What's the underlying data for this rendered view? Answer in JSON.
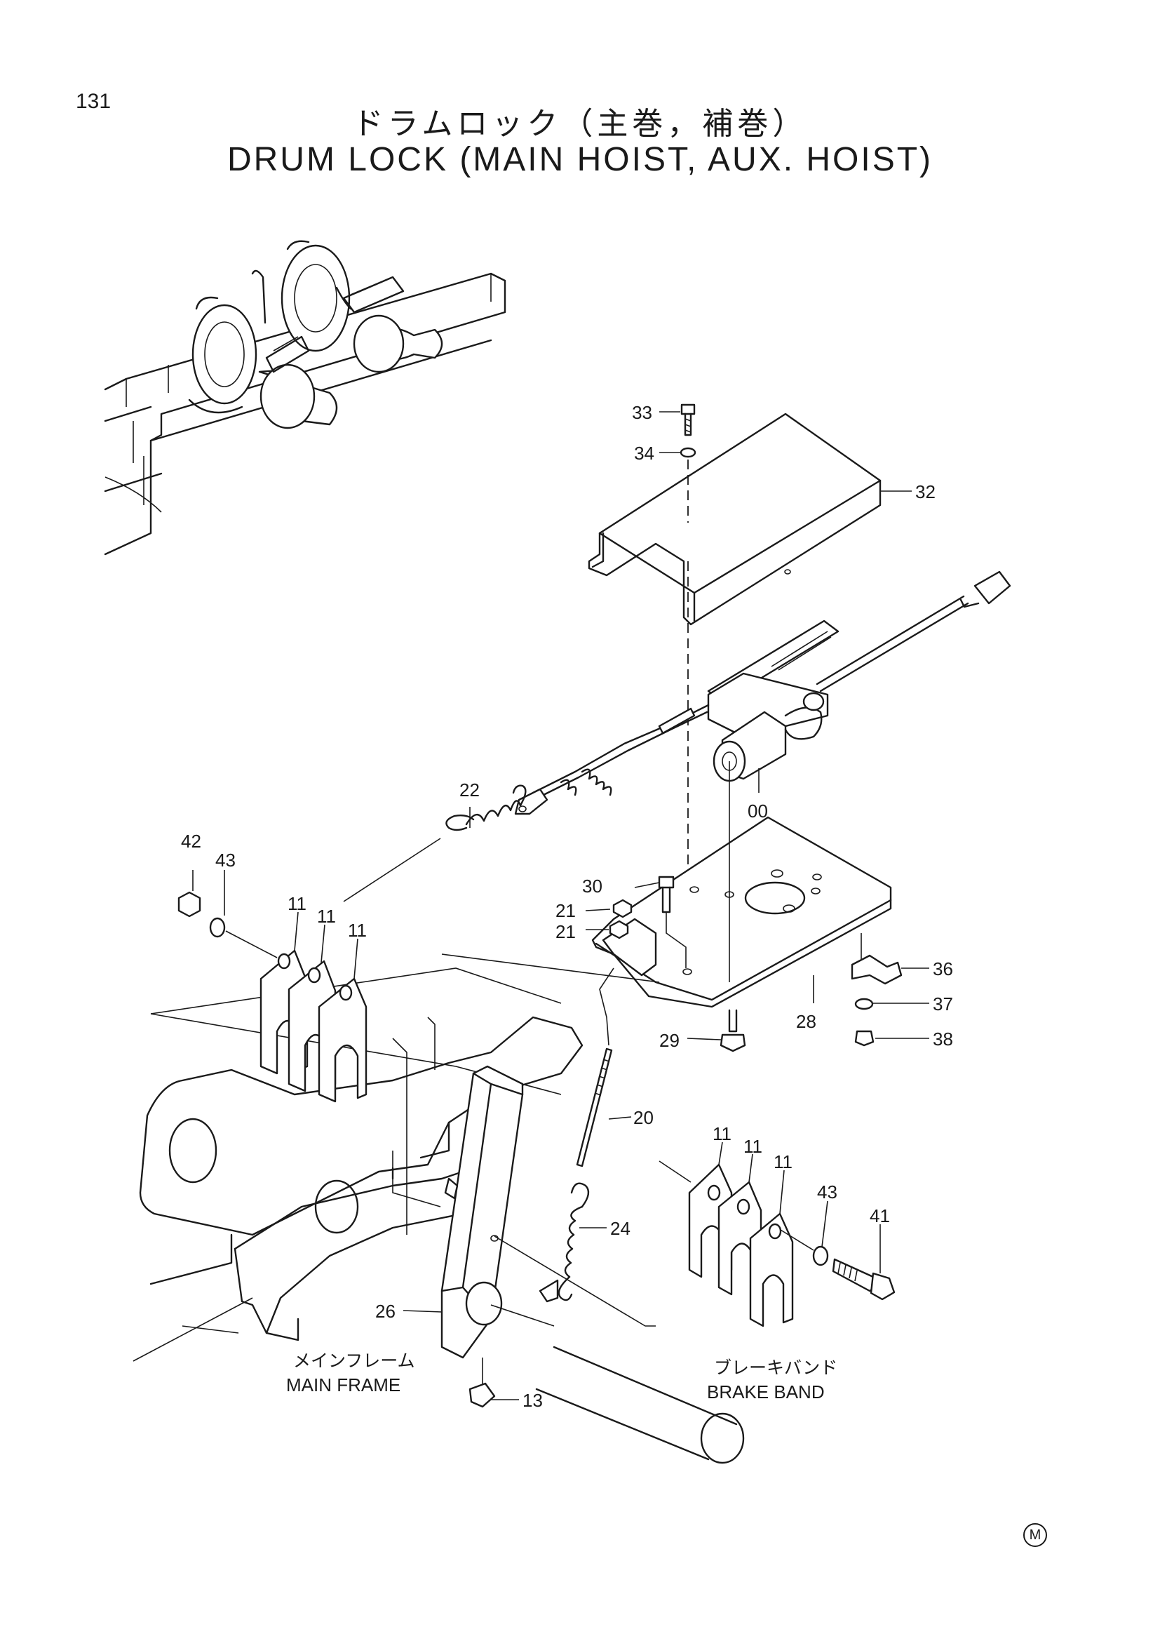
{
  "page": {
    "number": "131",
    "mark": "M"
  },
  "title": {
    "jp": "ドラムロック（主巻，補巻）",
    "en": "DRUM LOCK (MAIN HOIST, AUX. HOIST)"
  },
  "callouts": [
    "33",
    "34",
    "32",
    "00",
    "22",
    "42",
    "43",
    "30",
    "21",
    "21",
    "11",
    "11",
    "11",
    "36",
    "37",
    "28",
    "38",
    "29",
    "20",
    "11",
    "11",
    "11",
    "43",
    "41",
    "24",
    "26",
    "13"
  ],
  "notes": {
    "main_frame_jp": "メインフレーム",
    "main_frame_en": "MAIN FRAME",
    "brake_band_jp": "ブレーキバンド",
    "brake_band_en": "BRAKE BAND"
  }
}
